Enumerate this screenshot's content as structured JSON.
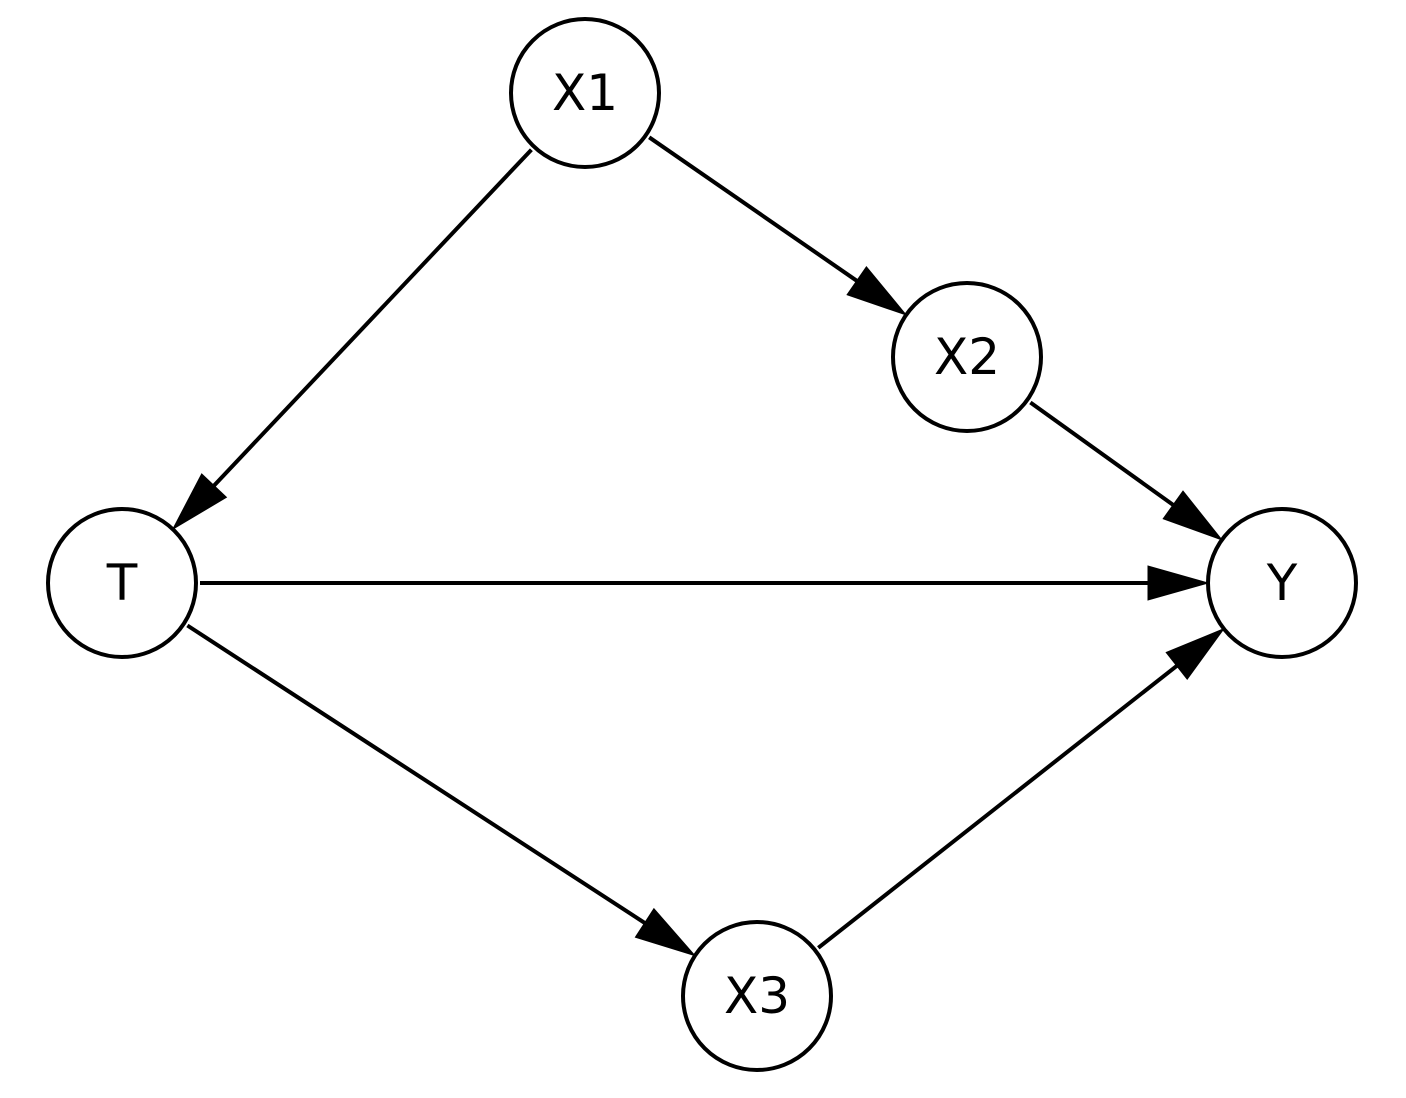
{
  "diagram": {
    "type": "directed-graph",
    "nodes": [
      {
        "id": "X1",
        "label": "X1"
      },
      {
        "id": "X2",
        "label": "X2"
      },
      {
        "id": "T",
        "label": "T"
      },
      {
        "id": "Y",
        "label": "Y"
      },
      {
        "id": "X3",
        "label": "X3"
      }
    ],
    "edges": [
      {
        "from": "X1",
        "to": "T"
      },
      {
        "from": "X1",
        "to": "X2"
      },
      {
        "from": "X2",
        "to": "Y"
      },
      {
        "from": "T",
        "to": "Y"
      },
      {
        "from": "T",
        "to": "X3"
      },
      {
        "from": "X3",
        "to": "Y"
      }
    ],
    "colors": {
      "stroke": "#000000",
      "fill": "#ffffff",
      "text": "#000000"
    }
  }
}
